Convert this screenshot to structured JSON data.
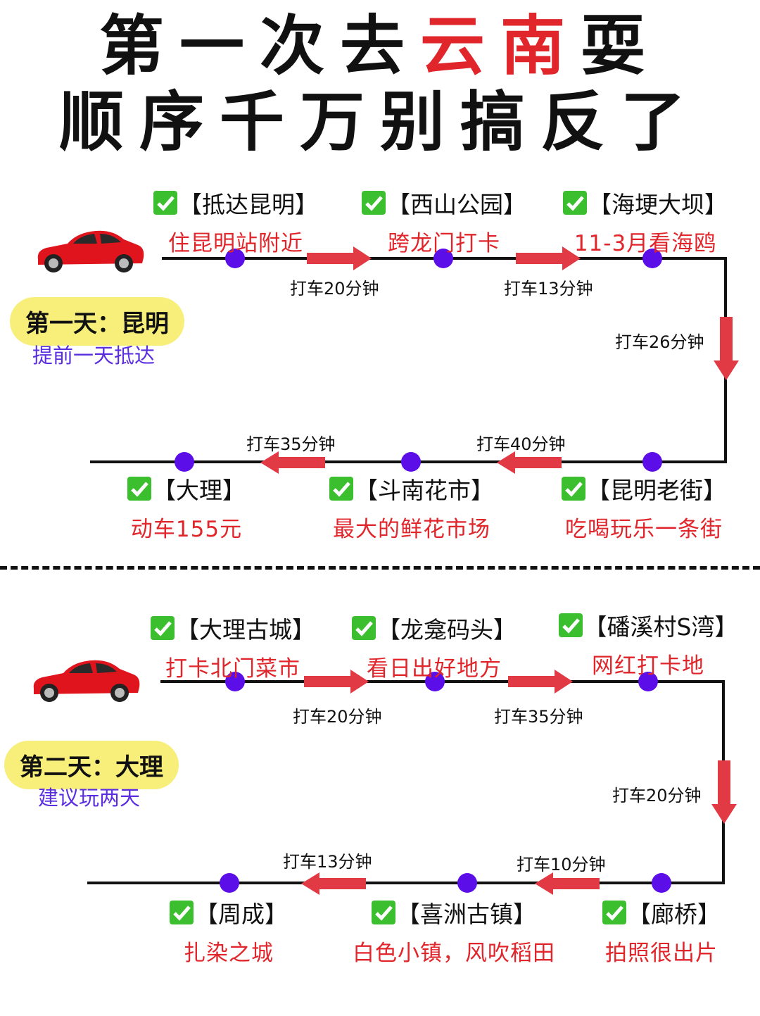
{
  "title": {
    "line1_a": "第一次去",
    "line1_red": "云南",
    "line1_b": "耍",
    "line2": "顺序千万别搞反了"
  },
  "colors": {
    "accent_red": "#e0252b",
    "dot_purple": "#5b0ee8",
    "check_green": "#3bbf2e",
    "day_badge": "#f7ef7a",
    "sub_purple": "#5a2ee0"
  },
  "day1": {
    "badge": "第一天：昆明",
    "sub": "提前一天抵达",
    "stops": [
      {
        "name": "【抵达昆明】",
        "desc": "住昆明站附近"
      },
      {
        "name": "【西山公园】",
        "desc": "跨龙门打卡"
      },
      {
        "name": "【海埂大坝】",
        "desc": "11-3月看海鸥"
      },
      {
        "name": "【昆明老街】",
        "desc": "吃喝玩乐一条街"
      },
      {
        "name": "【斗南花市】",
        "desc": "最大的鲜花市场"
      },
      {
        "name": "【大理】",
        "desc": "动车155元"
      }
    ],
    "rides": [
      "打车20分钟",
      "打车13分钟",
      "打车26分钟",
      "打车40分钟",
      "打车35分钟"
    ]
  },
  "day2": {
    "badge": "第二天：大理",
    "sub": "建议玩两天",
    "stops": [
      {
        "name": "【大理古城】",
        "desc": "打卡北门菜市"
      },
      {
        "name": "【龙龛码头】",
        "desc": "看日出好地方"
      },
      {
        "name": "【磻溪村S湾】",
        "desc": "网红打卡地"
      },
      {
        "name": "【廊桥】",
        "desc": "拍照很出片"
      },
      {
        "name": "【喜洲古镇】",
        "desc": "白色小镇，风吹稻田"
      },
      {
        "name": "【周成】",
        "desc": "扎染之城"
      }
    ],
    "rides": [
      "打车20分钟",
      "打车35分钟",
      "打车20分钟",
      "打车10分钟",
      "打车13分钟"
    ]
  }
}
